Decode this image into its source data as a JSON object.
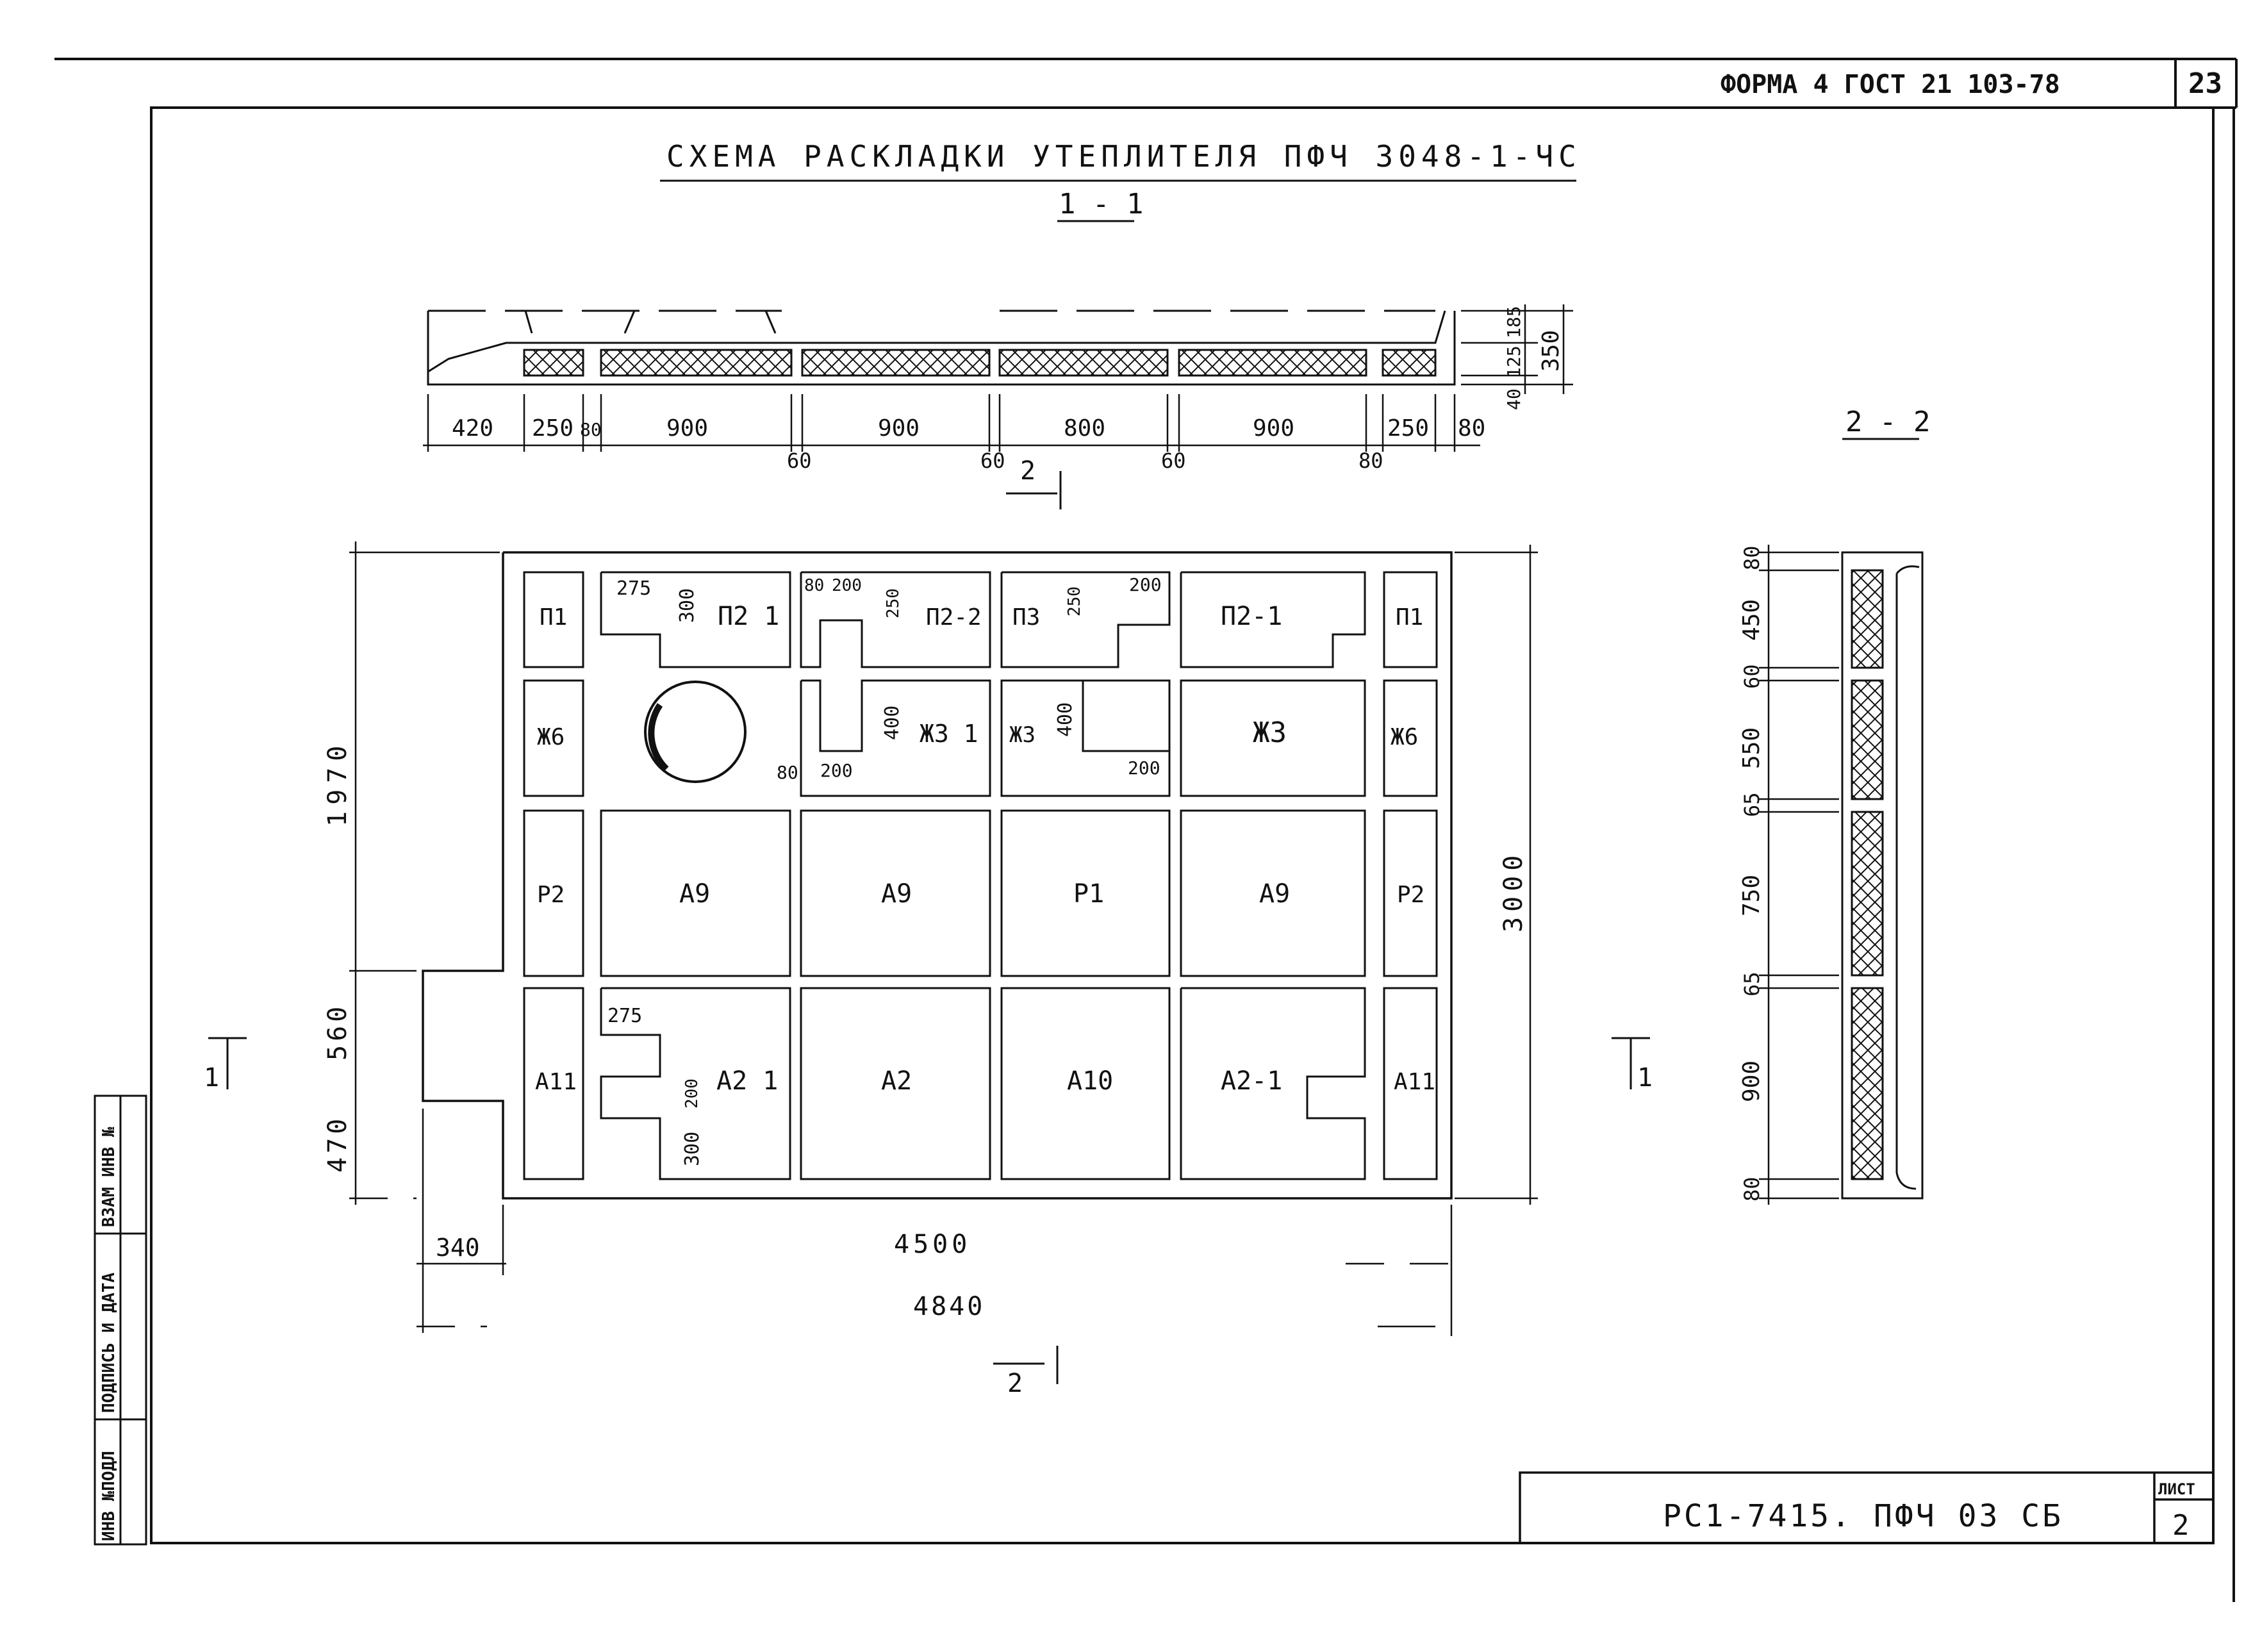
{
  "header": {
    "form_ref": "ФОРМА 4 ГОСТ 21 103-78",
    "page_corner": "23"
  },
  "title": {
    "main": "СХЕМА РАСКЛАДКИ УТЕПЛИТЕЛЯ ПФЧ 3048-1-ЧС",
    "section_1": "1 - 1",
    "section_2": "2 - 2"
  },
  "section_1_1": {
    "dims_bottom": [
      "420",
      "250",
      "80",
      "900",
      "900",
      "800",
      "900",
      "250",
      "80"
    ],
    "dims_gaps": [
      "60",
      "60",
      "60",
      "80"
    ],
    "dims_right": [
      "185",
      "125",
      "40",
      "350"
    ]
  },
  "plan": {
    "panels": {
      "row1": [
        "П1",
        "П2 1",
        "П2-2",
        "П3",
        "П2-1",
        "П1"
      ],
      "row2": [
        "Ж6",
        "Ж3 1",
        "Ж3",
        "Ж3",
        "Ж6"
      ],
      "row3": [
        "Р2",
        "А9",
        "А9",
        "Р1",
        "А9",
        "Р2"
      ],
      "row4": [
        "А11",
        "А2 1",
        "А2",
        "А10",
        "А2-1",
        "А11"
      ]
    },
    "inner_dims": [
      "275",
      "300",
      "80",
      "200",
      "250",
      "250",
      "200",
      "400",
      "400",
      "80",
      "200",
      "200",
      "275",
      "200",
      "300"
    ],
    "dims_left": [
      "1970",
      "560",
      "470"
    ],
    "dim_right": "3000",
    "dims_bottom": [
      "340",
      "4500",
      "4840"
    ],
    "cut_marks": [
      "2",
      "1",
      "1",
      "2"
    ]
  },
  "section_2_2": {
    "dims_left": [
      "80",
      "450",
      "60",
      "550",
      "65",
      "750",
      "65",
      "900",
      "80"
    ]
  },
  "side_stamp": [
    "ИНВ №ПОДЛ",
    "ПОДПИСЬ И ДАТА",
    "ВЗАМ ИНВ №"
  ],
  "title_block": {
    "code": "РС1-7415. ПФЧ 03 СБ",
    "sheet_label": "ЛИСТ",
    "sheet_no": "2"
  },
  "colors": {
    "ink": "#111111",
    "paper": "#ffffff"
  }
}
